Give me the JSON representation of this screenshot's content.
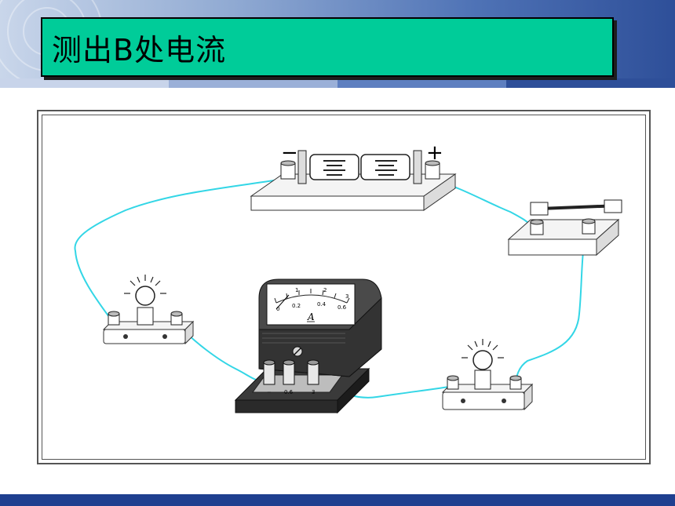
{
  "slide": {
    "title": "测出B处电流",
    "colors": {
      "title_bg": "#00cc99",
      "wire": "#33d6e6",
      "header_blue": "#2e4f99"
    }
  },
  "diagram": {
    "battery": {
      "minus_sign": "−",
      "plus_sign": "+"
    },
    "ammeter": {
      "unit_letter": "A",
      "scale_top": [
        "1",
        "2",
        "3"
      ],
      "scale_bottom": [
        "0",
        "0.2",
        "0.4",
        "0.6"
      ],
      "terminal_labels": [
        "−",
        "0.6",
        "3"
      ]
    }
  }
}
